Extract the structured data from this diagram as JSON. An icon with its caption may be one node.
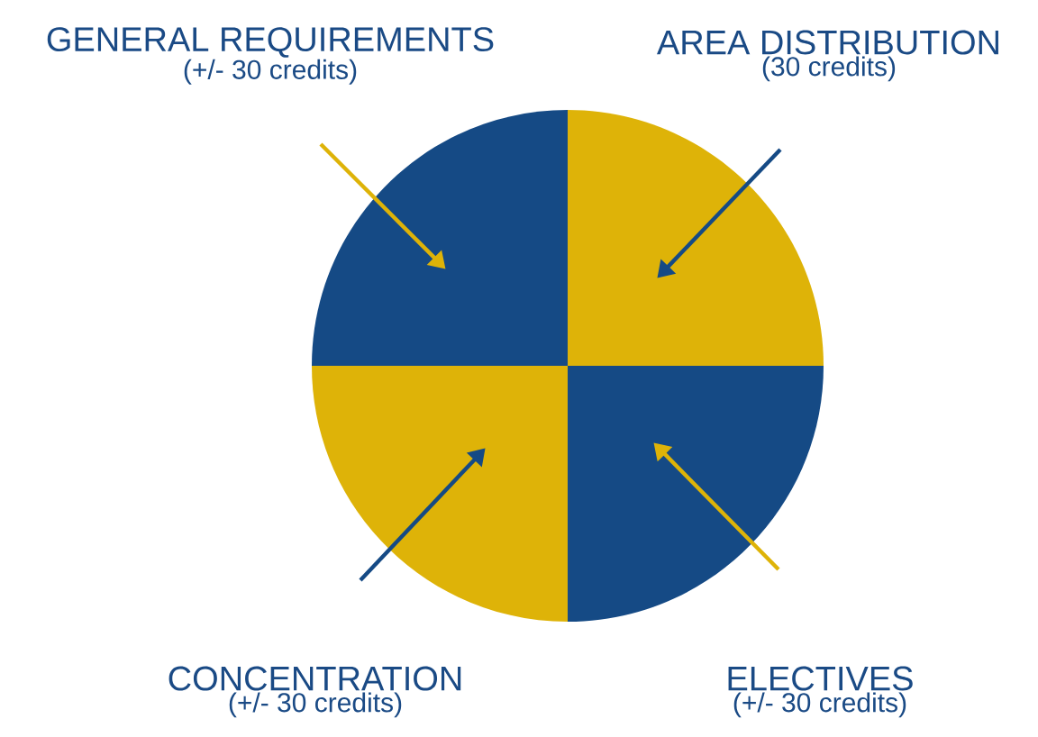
{
  "diagram": {
    "nodes": [
      {
        "text": [
          "GENERAL REQUIREMENTS",
          "(+/- 30 credits)"
        ]
      },
      {
        "text": [
          "AREA DISTRIBUTION",
          "(30 credits)"
        ]
      },
      {
        "text": [],
        "shape": "sector"
      },
      {
        "text": [],
        "shape": "sector"
      },
      {
        "text": [],
        "shape": "sector"
      },
      {
        "text": [],
        "shape": "sector"
      },
      {
        "text": [
          "CONCENTRATION",
          "(+/- 30 credits)"
        ]
      },
      {
        "text": [
          "ELECTIVES",
          "(+/- 30 credits)"
        ]
      }
    ],
    "edges": [
      {
        "from": null,
        "to": 2,
        "arrow": "to",
        "color": "#deb308"
      },
      {
        "from": null,
        "to": 3,
        "arrow": "to",
        "color": "#154a85"
      },
      {
        "from": null,
        "to": 4,
        "arrow": "to",
        "color": "#154a85"
      },
      {
        "from": null,
        "to": 5,
        "arrow": "to",
        "color": "#deb308"
      }
    ]
  }
}
